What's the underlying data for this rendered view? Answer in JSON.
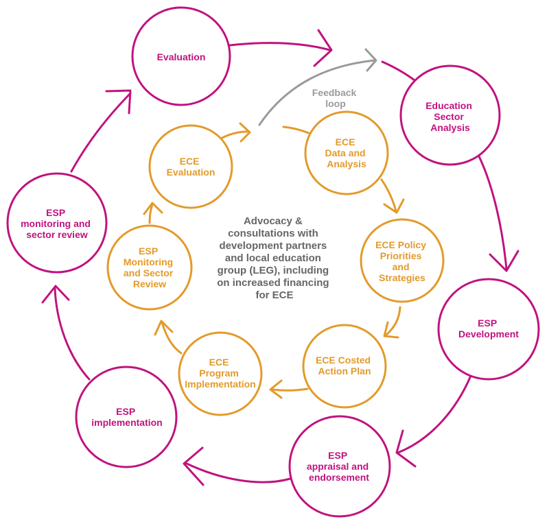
{
  "colors": {
    "outer": "#c0127f",
    "inner": "#e39a2a",
    "feedback": "#9a9a9a",
    "center_text": "#666666"
  },
  "outer_cycle": [
    {
      "id": "evaluation",
      "lines": [
        "Evaluation"
      ]
    },
    {
      "id": "education-sector-analysis",
      "lines": [
        "Education",
        "Sector",
        "Analysis"
      ]
    },
    {
      "id": "esp-development",
      "lines": [
        "ESP",
        "Development"
      ]
    },
    {
      "id": "esp-appraisal",
      "lines": [
        "ESP",
        "appraisal and",
        "endorsement"
      ]
    },
    {
      "id": "esp-implementation",
      "lines": [
        "ESP",
        "implementation"
      ]
    },
    {
      "id": "esp-monitoring",
      "lines": [
        "ESP",
        "monitoring and",
        "sector review"
      ]
    }
  ],
  "inner_cycle": [
    {
      "id": "ece-data-analysis",
      "lines": [
        "ECE",
        "Data and",
        "Analysis"
      ]
    },
    {
      "id": "ece-policy",
      "lines": [
        "ECE Policy",
        "Priorities",
        "and",
        "Strategies"
      ]
    },
    {
      "id": "ece-costed-plan",
      "lines": [
        "ECE Costed",
        "Action Plan"
      ]
    },
    {
      "id": "ece-program",
      "lines": [
        "ECE",
        "Program",
        "Implementation"
      ]
    },
    {
      "id": "esp-monitoring-inner",
      "lines": [
        "ESP",
        "Monitoring",
        "and Sector",
        "Review"
      ]
    },
    {
      "id": "ece-evaluation",
      "lines": [
        "ECE",
        "Evaluation"
      ]
    }
  ],
  "feedback_label": [
    "Feedback",
    "loop"
  ],
  "center_text": [
    "Advocacy &",
    "consultations with",
    "development partners",
    "and local education",
    "group (LEG), including",
    "on increased financing",
    "for ECE"
  ]
}
